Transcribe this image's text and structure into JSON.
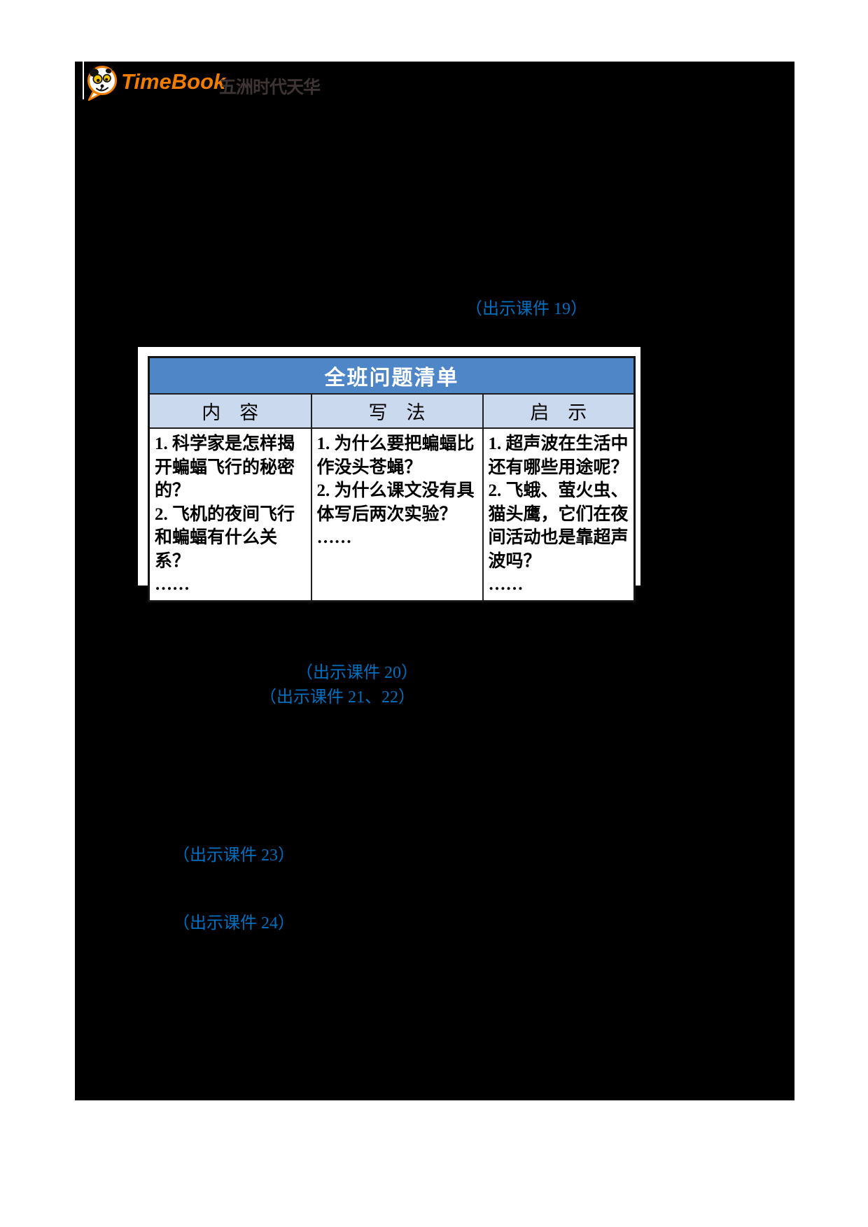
{
  "brand": {
    "name": "TimeBook",
    "suffix": "五洲时代天华",
    "name_color": "#F07D00",
    "suffix_color": "#3E3434",
    "mascot_icon": "dog-mascot-icon"
  },
  "cues": {
    "color": "#0070C0",
    "c19": "（出示课件 19）",
    "c20": "（出示课件 20）",
    "c21_22": "（出示课件 21、22）",
    "c23": "（出示课件 23）",
    "c24": "（出示课件 24）"
  },
  "question_table": {
    "title": "全班问题清单",
    "title_bg": "#4F86C8",
    "title_color": "#FFFFFF",
    "subheader_bg": "#CBD9EE",
    "border_color": "#1E1E1E",
    "columns": [
      "内　容",
      "写　法",
      "启　示"
    ],
    "cells": {
      "content": "1. 科学家是怎样揭开蝙蝠飞行的秘密的？\n2. 飞机的夜间飞行和蝙蝠有什么关系？\n……",
      "writing": "1. 为什么要把蝙蝠比作没头苍蝇？\n2. 为什么课文没有具体写后两次实验？\n……",
      "inspiration": "1. 超声波在生活中还有哪些用途呢？\n2. 飞蛾、萤火虫、猫头鹰，它们在夜间活动也是靠超声波吗？\n……"
    }
  }
}
